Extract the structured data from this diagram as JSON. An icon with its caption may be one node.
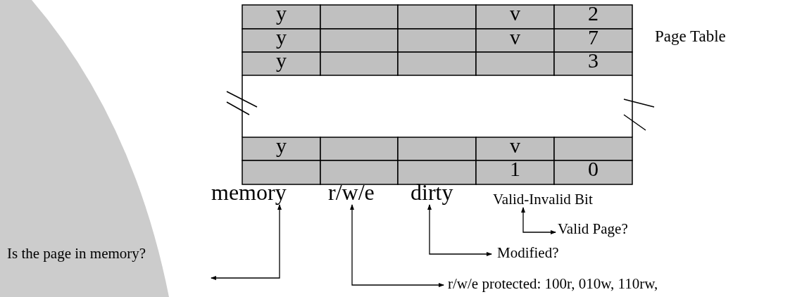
{
  "diagram": {
    "title": "Page Table",
    "nodes": [
      {
        "text": [
          "memory"
        ]
      },
      {
        "text": [
          "r/w/e"
        ]
      },
      {
        "text": [
          "dirty"
        ]
      },
      {
        "text": [
          "Valid-Invalid Bit"
        ]
      },
      {
        "text": [
          "Is the page in memory?"
        ]
      },
      {
        "text": [
          "r/w/e protected: 100r, 010w, 110rw,"
        ]
      },
      {
        "text": [
          "Modified?"
        ]
      },
      {
        "text": [
          "Valid Page?"
        ]
      }
    ],
    "edges": [
      {
        "from": null,
        "to": 0,
        "arrow": "both"
      },
      {
        "from": 1,
        "to": 5,
        "arrow": "both"
      },
      {
        "from": 2,
        "to": 6,
        "arrow": "both"
      },
      {
        "from": 3,
        "to": 7,
        "arrow": "both"
      }
    ],
    "labels": [
      "y",
      "v",
      "2",
      "y",
      "v",
      "7",
      "y",
      "3",
      "y",
      "v",
      "1",
      "0"
    ]
  }
}
